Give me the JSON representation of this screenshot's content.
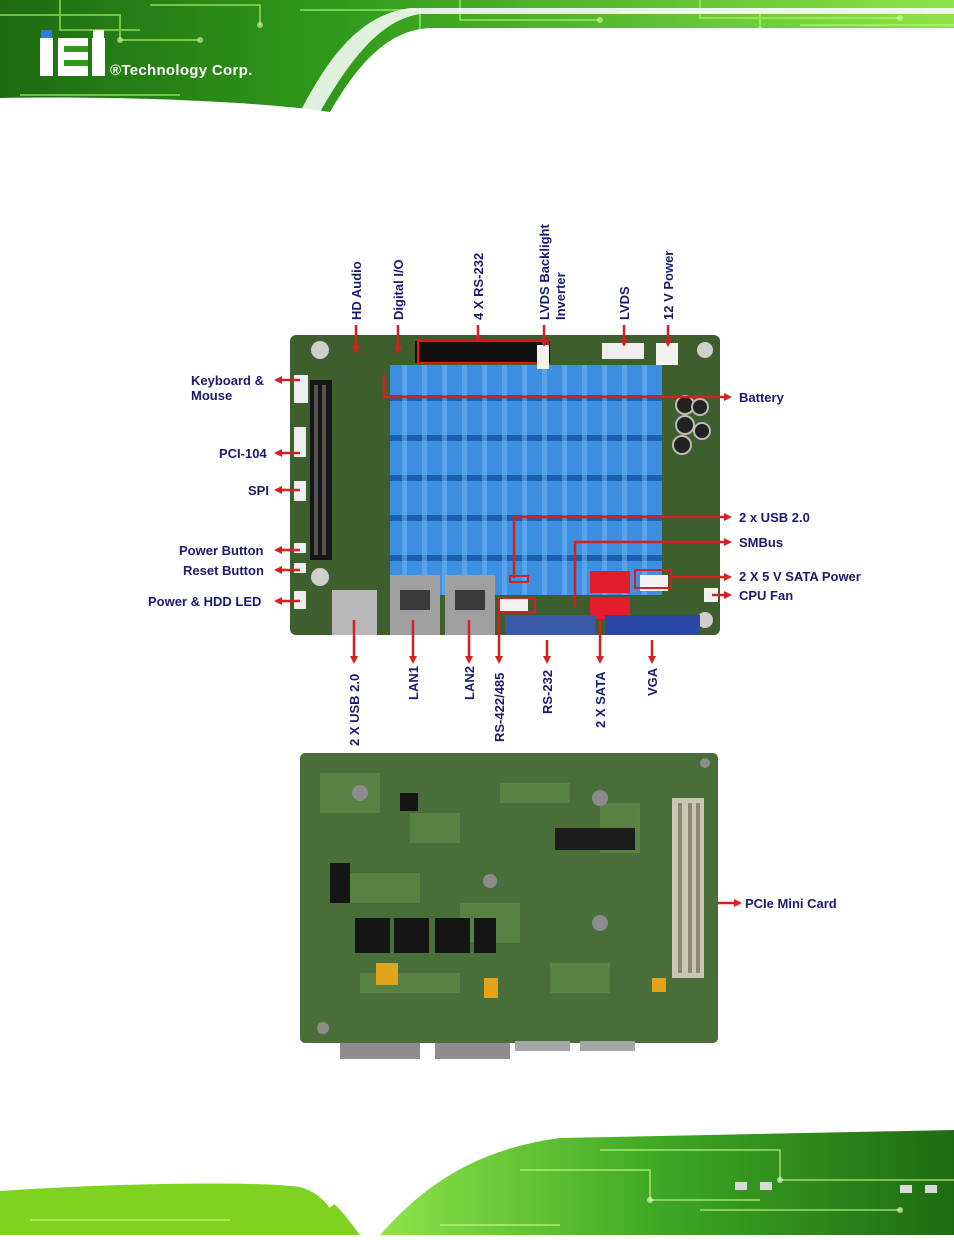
{
  "header": {
    "logo_text": "iEi",
    "company": "®Technology Corp."
  },
  "top_board": {
    "labels_top": {
      "hd_audio": "HD Audio",
      "digital_io": "Digital I/O",
      "rs232_4x": "4 X RS-232",
      "lvds_backlight": "LVDS Backlight",
      "inverter": "Inverter",
      "lvds": "LVDS",
      "power_12v": "12 V Power"
    },
    "labels_left": {
      "keyboard": "Keyboard &",
      "mouse": "Mouse",
      "pci104": "PCI-104",
      "spi": "SPI",
      "power_button": "Power Button",
      "reset_button": "Reset Button",
      "power_hdd_led": "Power & HDD LED"
    },
    "labels_right": {
      "battery": "Battery",
      "usb20_right": "2 x USB 2.0",
      "smbus": "SMBus",
      "sata_power": "2 X 5 V SATA Power",
      "cpu_fan": "CPU Fan"
    },
    "labels_bottom": {
      "usb20_bottom": "2 X USB 2.0",
      "lan1": "LAN1",
      "lan2": "LAN2",
      "rs422_485": "RS-422/485",
      "rs232": "RS-232",
      "sata_2x": "2 X SATA",
      "vga": "VGA"
    }
  },
  "bottom_board": {
    "pcie_mini_card": "PCIe Mini Card"
  },
  "colors": {
    "label": "#1a1a6e",
    "arrow": "#d42020",
    "pcb": "#3f5e2e",
    "heatsink": "#3d8fe0",
    "banner_green": "#7ed321"
  }
}
